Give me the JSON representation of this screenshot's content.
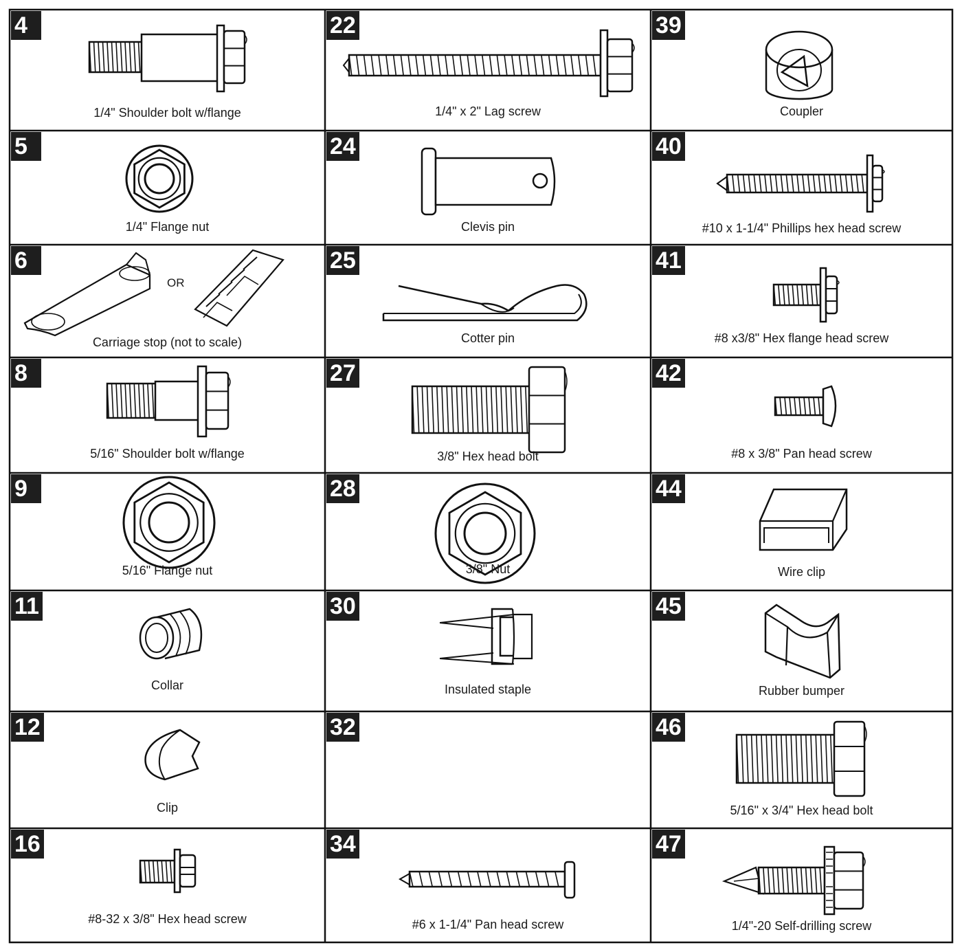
{
  "parts": [
    {
      "num": "4",
      "label": "1/4\" Shoulder bolt w/flange",
      "icon": "shoulder-bolt-icon"
    },
    {
      "num": "22",
      "label": "1/4\" x 2\" Lag screw",
      "icon": "lag-screw-icon"
    },
    {
      "num": "39",
      "label": "Coupler",
      "icon": "coupler-icon"
    },
    {
      "num": "5",
      "label": "1/4\" Flange nut",
      "icon": "flange-nut-icon"
    },
    {
      "num": "24",
      "label": "Clevis pin",
      "icon": "clevis-pin-icon"
    },
    {
      "num": "40",
      "label": "#10 x 1-1/4\" Phillips hex head screw",
      "icon": "phillips-hex-screw-icon"
    },
    {
      "num": "6",
      "label": "Carriage stop (not to scale)",
      "icon": "carriage-stop-icon",
      "or_text": "OR"
    },
    {
      "num": "25",
      "label": "Cotter pin",
      "icon": "cotter-pin-icon"
    },
    {
      "num": "41",
      "label": "#8 x3/8\" Hex flange head screw",
      "icon": "hex-flange-screw-icon"
    },
    {
      "num": "8",
      "label": "5/16\" Shoulder bolt w/flange",
      "icon": "shoulder-bolt-icon"
    },
    {
      "num": "27",
      "label": "3/8\" Hex head bolt",
      "icon": "hex-head-bolt-icon"
    },
    {
      "num": "42",
      "label": "#8 x 3/8\" Pan head screw",
      "icon": "pan-head-screw-icon"
    },
    {
      "num": "9",
      "label": "5/16\" Flange nut",
      "icon": "flange-nut-icon"
    },
    {
      "num": "28",
      "label": "3/8\" Nut",
      "icon": "nut-icon"
    },
    {
      "num": "44",
      "label": "Wire clip",
      "icon": "wire-clip-icon"
    },
    {
      "num": "11",
      "label": "Collar",
      "icon": "collar-icon"
    },
    {
      "num": "30",
      "label": "Insulated staple",
      "icon": "insulated-staple-icon"
    },
    {
      "num": "45",
      "label": "Rubber bumper",
      "icon": "rubber-bumper-icon"
    },
    {
      "num": "12",
      "label": "Clip",
      "icon": "clip-icon"
    },
    {
      "num": "32",
      "label": "",
      "icon": ""
    },
    {
      "num": "46",
      "label": "5/16\" x 3/4\" Hex head bolt",
      "icon": "hex-head-bolt-icon"
    },
    {
      "num": "16",
      "label": "#8-32 x 3/8\" Hex head screw",
      "icon": "hex-head-screw-icon"
    },
    {
      "num": "34",
      "label": "#6 x 1-1/4\" Pan head screw",
      "icon": "pan-head-screw-icon"
    },
    {
      "num": "47",
      "label": "1/4\"-20 Self-drilling screw",
      "icon": "self-drilling-screw-icon"
    }
  ]
}
